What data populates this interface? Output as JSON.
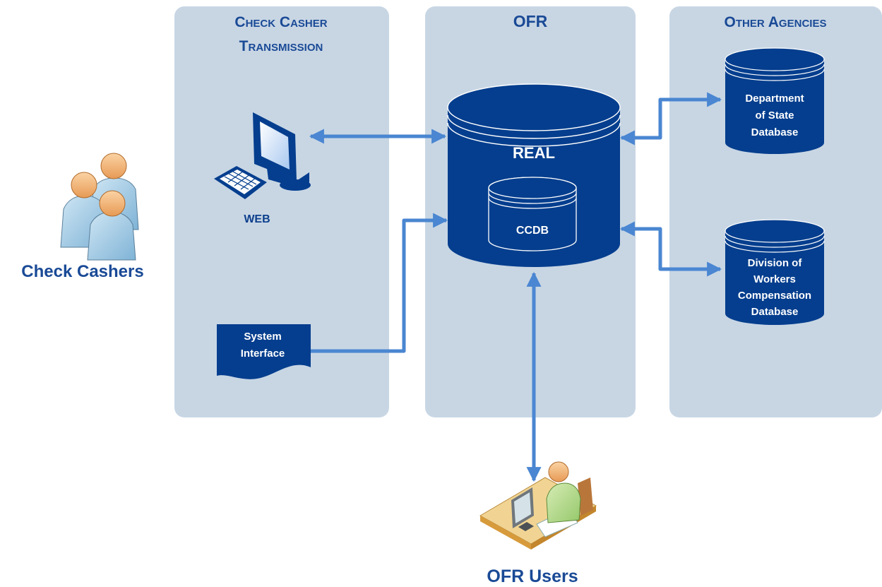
{
  "colors": {
    "panel": "#c8d6e4",
    "dark_blue": "#053e8e",
    "arrow": "#4a86d1",
    "title_text": "#1a4a96",
    "label_text": "#0c3f8c",
    "white": "#ffffff"
  },
  "panels": {
    "check_casher": {
      "title_line1": "Check Casher",
      "title_line2": "Transmission"
    },
    "ofr": {
      "title": "OFR"
    },
    "other_agencies": {
      "title": "Other Agencies"
    }
  },
  "actors": {
    "check_cashers": {
      "label": "Check Cashers",
      "icon": "user-group-icon"
    },
    "ofr_users": {
      "label": "OFR Users",
      "icon": "desk-user-icon"
    }
  },
  "nodes": {
    "web": {
      "label": "WEB",
      "icon": "computer-icon"
    },
    "system_interface": {
      "line1": "System",
      "line2": "Interface",
      "icon": "document-icon"
    },
    "real": {
      "label": "REAL",
      "icon": "database-icon"
    },
    "ccdb": {
      "label": "CCDB",
      "icon": "database-icon"
    },
    "dos_db": {
      "line1": "Department",
      "line2": "of State",
      "line3": "Database",
      "icon": "database-icon"
    },
    "dwc_db": {
      "line1": "Division of",
      "line2": "Workers",
      "line3": "Compensation",
      "line4": "Database",
      "icon": "database-icon"
    }
  }
}
